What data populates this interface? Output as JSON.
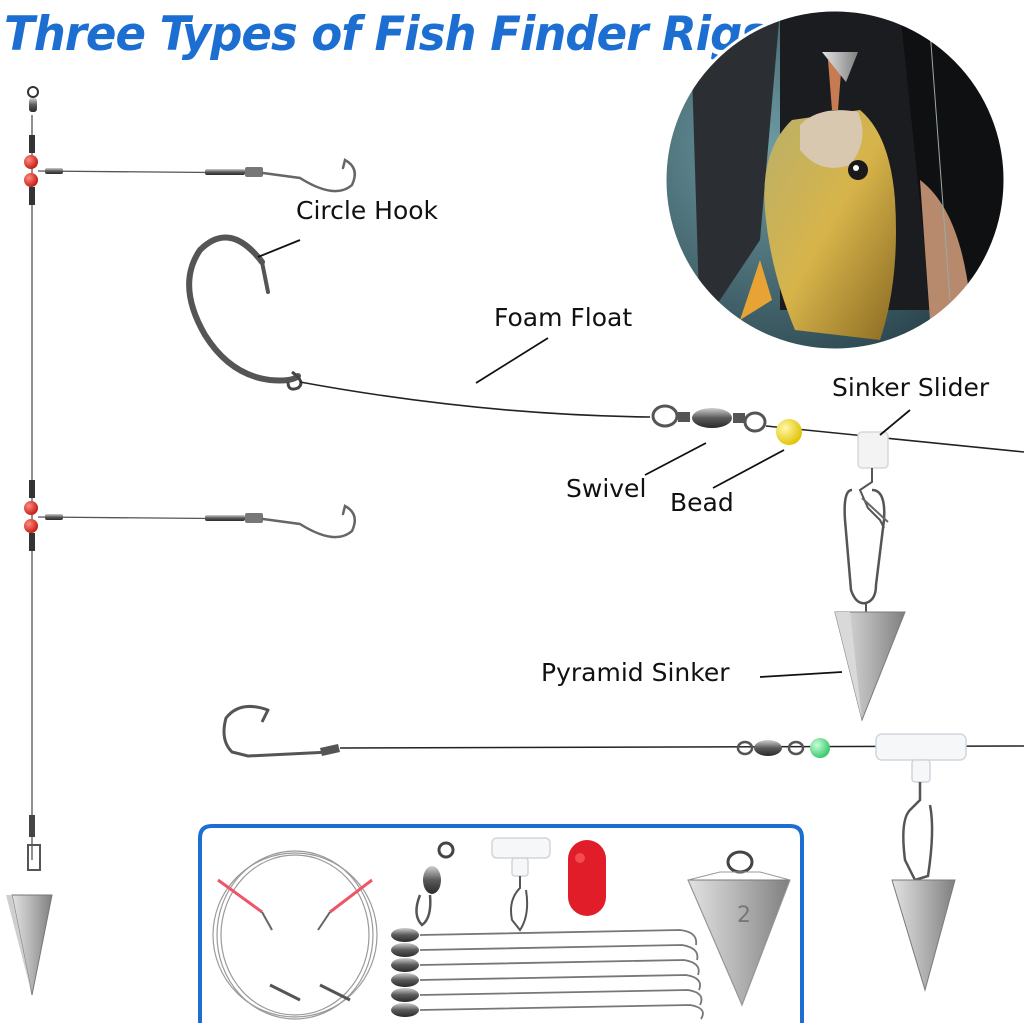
{
  "title": "Three Types of Fish Finder Rigs",
  "labels": {
    "circle_hook": "Circle Hook",
    "foam_float": "Foam Float",
    "sinker_slider": "Sinker Slider",
    "swivel": "Swivel",
    "bead": "Bead",
    "pyramid_sinker": "Pyramid Sinker"
  },
  "package": {
    "sinker_mark": "2"
  },
  "colors": {
    "title": "#1c6fd1",
    "frame": "#1c6fd1",
    "bead_red": "#e8332b",
    "bead_yellow": "#f4e01c",
    "bead_green": "#5fe08a",
    "float_red": "#e11d2a"
  }
}
